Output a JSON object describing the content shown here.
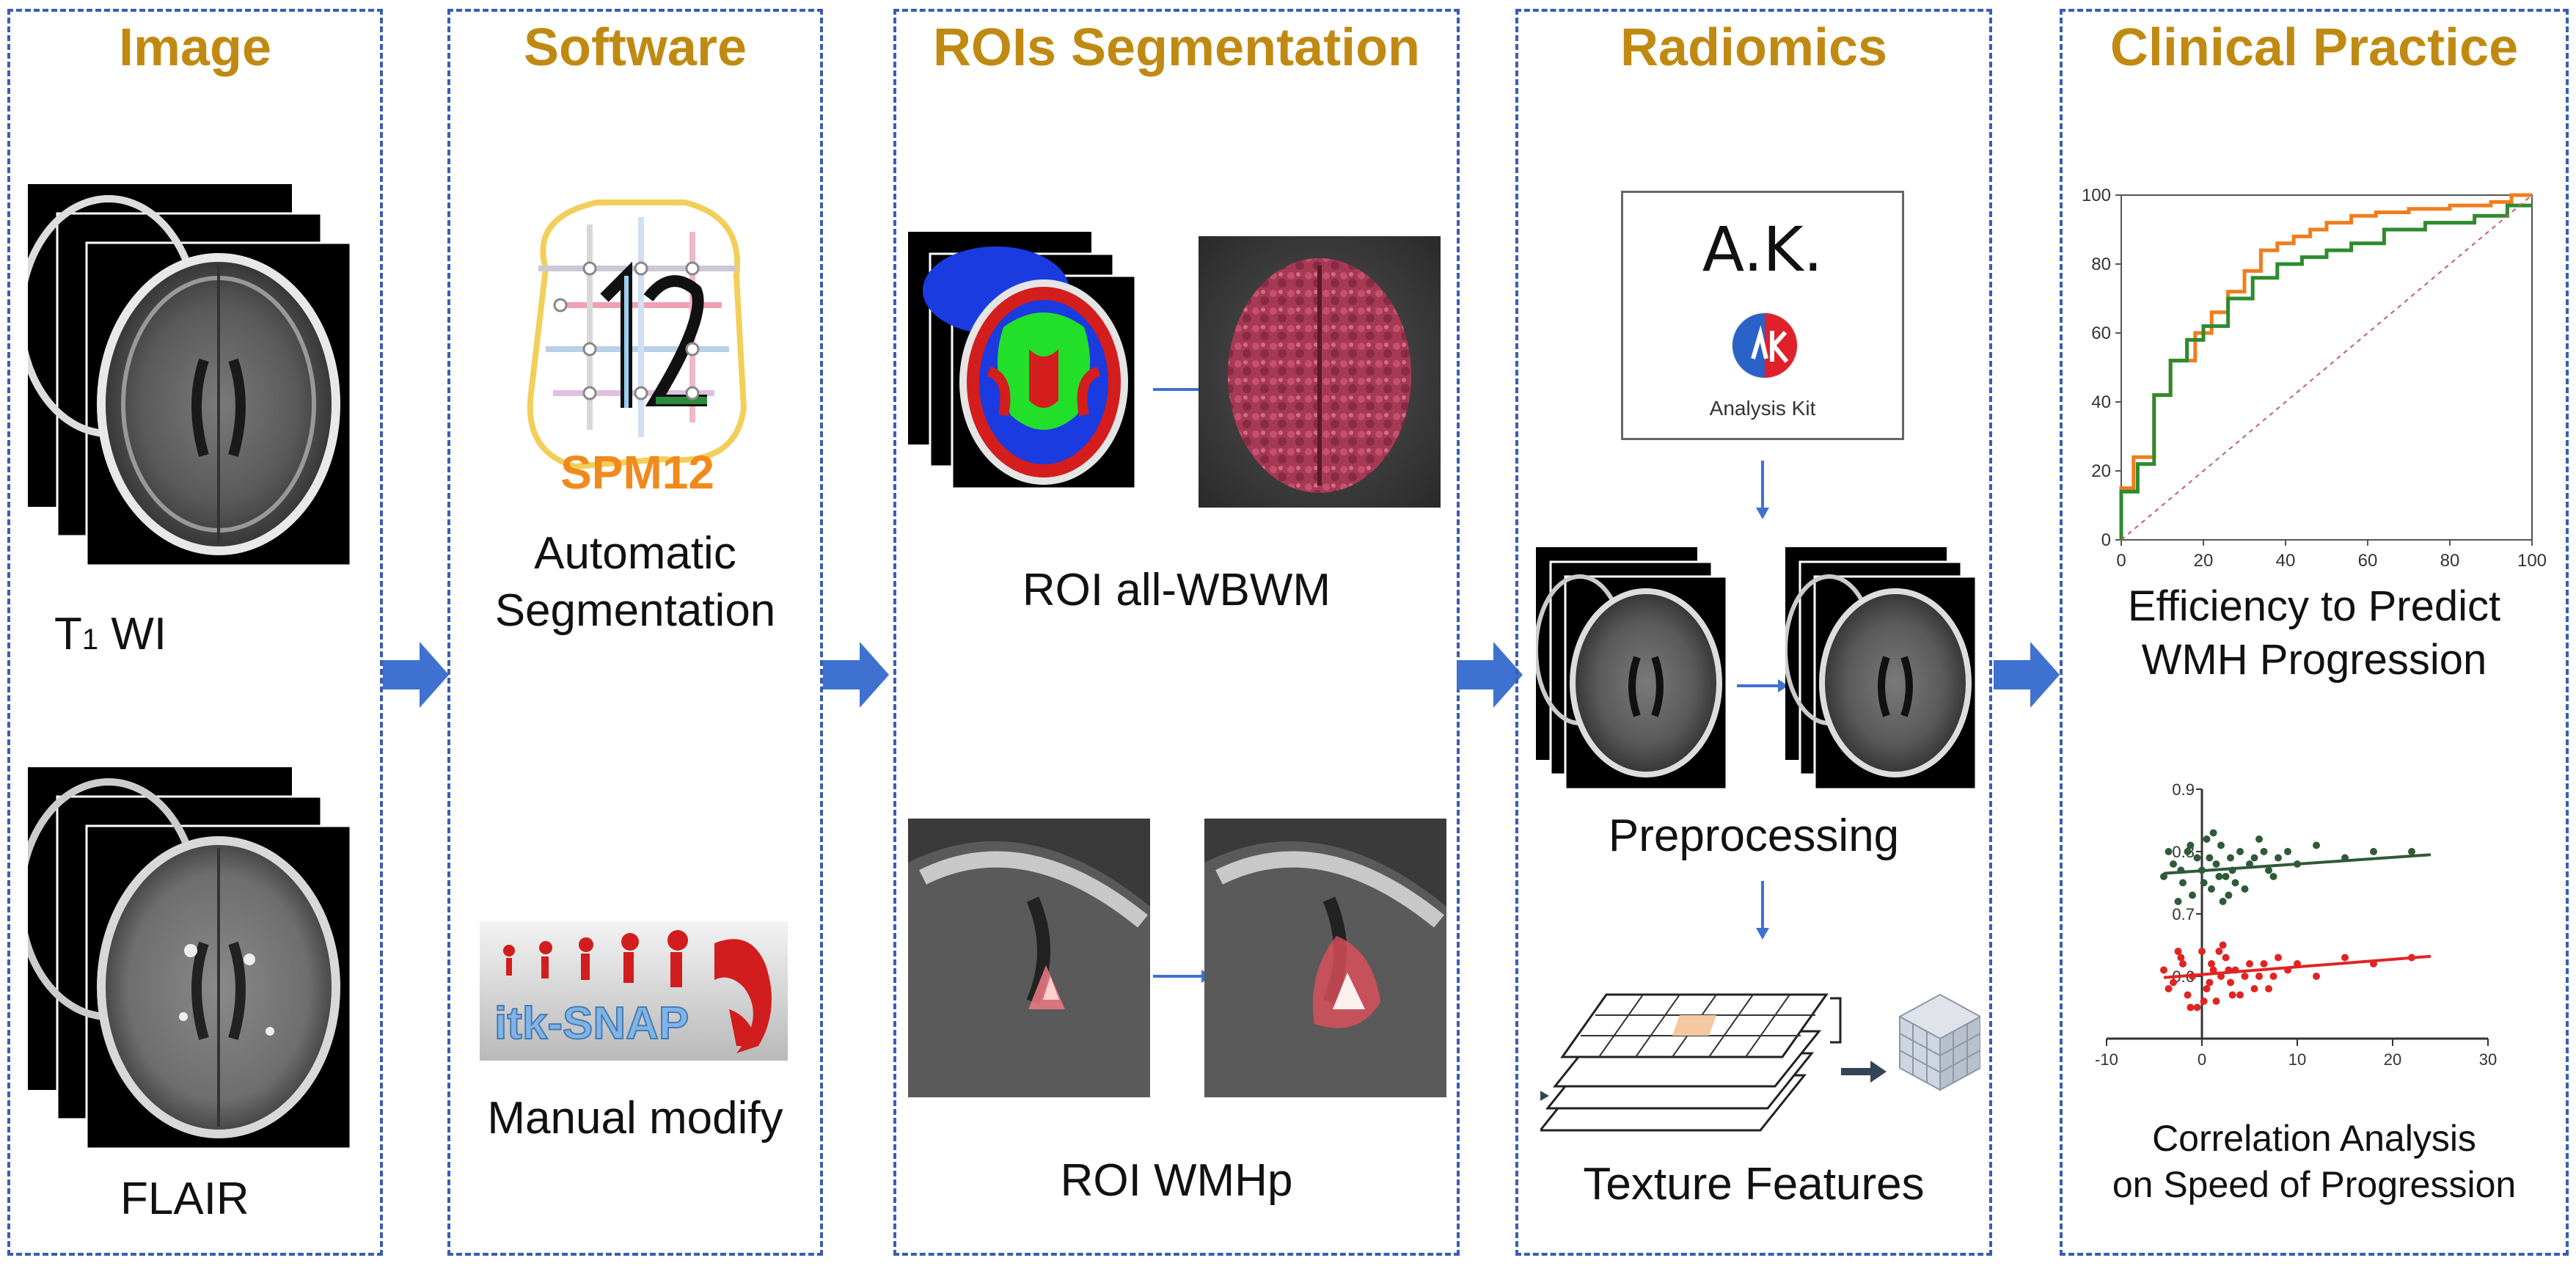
{
  "panels": {
    "image": {
      "title": "Image",
      "t1_label_main": "T",
      "t1_label_sub": "1",
      "t1_label_rest": " WI",
      "flair_label": "FLAIR"
    },
    "software": {
      "title": "Software",
      "spm_logo_text": "SPM12",
      "spm_logo_digits": "12",
      "auto_label_line1": "Automatic",
      "auto_label_line2": "Segmentation",
      "itk_logo_text": "itk-SNAP",
      "manual_label": "Manual modify"
    },
    "rois": {
      "title": "ROIs Segmentation",
      "roi_all_label": "ROI all-WBWM",
      "roi_wmh_label": "ROI WMHp"
    },
    "radiomics": {
      "title": "Radiomics",
      "ak_title": "A.K.",
      "ak_subtitle": "Analysis Kit",
      "preprocessing_label": "Preprocessing",
      "texture_label": "Texture Features"
    },
    "clinical": {
      "title": "Clinical Practice",
      "roc_label_line1": "Efficiency to Predict",
      "roc_label_line2": "WMH Progression",
      "corr_label_line1": "Correlation Analysis",
      "corr_label_line2": "on Speed of Progression"
    }
  },
  "colors": {
    "title": "#c08a12",
    "border": "#3a5db5",
    "arrow": "#3f72d0",
    "roc_orange": "#f07d1e",
    "roc_green": "#2e8b2e",
    "scatter_green": "#2f5a3a",
    "scatter_red": "#e02424"
  },
  "chart_data": [
    {
      "type": "line",
      "xlim": [
        0,
        100
      ],
      "ylim": [
        0,
        100
      ],
      "xticks": [
        "0",
        "20",
        "40",
        "60",
        "80",
        "100"
      ],
      "yticks": [
        "0",
        "20",
        "40",
        "60",
        "80",
        "100"
      ],
      "grid": false,
      "series": [
        {
          "x": [
            0,
            0,
            3,
            3,
            8,
            8,
            12,
            12,
            18,
            18,
            22,
            22,
            26,
            26,
            30,
            30,
            34,
            34,
            38,
            38,
            42,
            42,
            46,
            46,
            50,
            50,
            56,
            56,
            62,
            62,
            70,
            70,
            80,
            80,
            90,
            90,
            95,
            95,
            100
          ],
          "y": [
            0,
            15,
            15,
            24,
            24,
            42,
            42,
            52,
            52,
            60,
            60,
            66,
            66,
            72,
            72,
            78,
            78,
            84,
            84,
            86,
            86,
            88,
            88,
            90,
            90,
            92,
            92,
            94,
            94,
            95,
            95,
            96,
            96,
            97,
            97,
            98,
            98,
            100,
            100
          ]
        },
        {
          "x": [
            0,
            0,
            4,
            4,
            8,
            8,
            12,
            12,
            16,
            16,
            20,
            20,
            26,
            26,
            32,
            32,
            38,
            38,
            44,
            44,
            50,
            50,
            56,
            56,
            64,
            64,
            74,
            74,
            86,
            86,
            94,
            94,
            100
          ],
          "y": [
            0,
            14,
            14,
            22,
            22,
            42,
            42,
            52,
            52,
            58,
            58,
            62,
            62,
            70,
            70,
            76,
            76,
            80,
            80,
            82,
            82,
            84,
            84,
            86,
            86,
            90,
            90,
            92,
            92,
            94,
            94,
            97,
            97
          ]
        },
        {
          "x": [
            0,
            100
          ],
          "y": [
            0,
            100
          ]
        }
      ]
    },
    {
      "type": "scatter",
      "xlim": [
        -10,
        30
      ],
      "ylim": [
        0.5,
        0.9
      ],
      "xticks": [
        "-10",
        "0",
        "10",
        "20",
        "30"
      ],
      "yticks_shown": [
        "0.9",
        "0.8",
        "0.7",
        "0.6"
      ],
      "series": [
        {
          "x": [
            -4,
            -3,
            -2,
            -1.5,
            -1,
            -0.5,
            0,
            0.5,
            1,
            1.5,
            2,
            2.5,
            3,
            3.5,
            4,
            5,
            6,
            7,
            8,
            9,
            10,
            12,
            15,
            18,
            22,
            -3.5,
            -2.5,
            0.2,
            1.2,
            2.2,
            3.2,
            4.5,
            6.5,
            -1.2,
            0.8,
            1.8,
            2.8,
            -2.2,
            5.5,
            7.5
          ],
          "y": [
            0.76,
            0.78,
            0.75,
            0.8,
            0.73,
            0.79,
            0.77,
            0.82,
            0.74,
            0.78,
            0.81,
            0.76,
            0.79,
            0.75,
            0.8,
            0.78,
            0.82,
            0.77,
            0.79,
            0.8,
            0.78,
            0.81,
            0.79,
            0.8,
            0.8,
            0.8,
            0.72,
            0.75,
            0.83,
            0.72,
            0.77,
            0.74,
            0.8,
            0.81,
            0.79,
            0.76,
            0.73,
            0.77,
            0.79,
            0.76
          ]
        },
        {
          "x": [
            -4,
            -3,
            -2,
            -1.5,
            -1,
            -0.5,
            0,
            0.5,
            1,
            1.5,
            2,
            2.5,
            3,
            3.5,
            4,
            5,
            6,
            7,
            8,
            9,
            10,
            12,
            15,
            18,
            22,
            -3.5,
            -2.5,
            0.2,
            1.2,
            2.2,
            3.2,
            4.5,
            6.5,
            -1.2,
            0.8,
            1.8,
            2.8,
            -2.2,
            5.5,
            7.5
          ],
          "y": [
            0.61,
            0.59,
            0.62,
            0.57,
            0.6,
            0.55,
            0.64,
            0.58,
            0.62,
            0.56,
            0.6,
            0.63,
            0.59,
            0.61,
            0.57,
            0.62,
            0.6,
            0.58,
            0.63,
            0.61,
            0.62,
            0.6,
            0.63,
            0.62,
            0.63,
            0.58,
            0.64,
            0.56,
            0.61,
            0.65,
            0.57,
            0.6,
            0.62,
            0.55,
            0.59,
            0.64,
            0.61,
            0.63,
            0.58,
            0.6
          ]
        }
      ],
      "trendlines": [
        {
          "x": [
            -4,
            24
          ],
          "y": [
            0.765,
            0.795
          ]
        },
        {
          "x": [
            -4,
            24
          ],
          "y": [
            0.598,
            0.632
          ]
        }
      ]
    }
  ]
}
